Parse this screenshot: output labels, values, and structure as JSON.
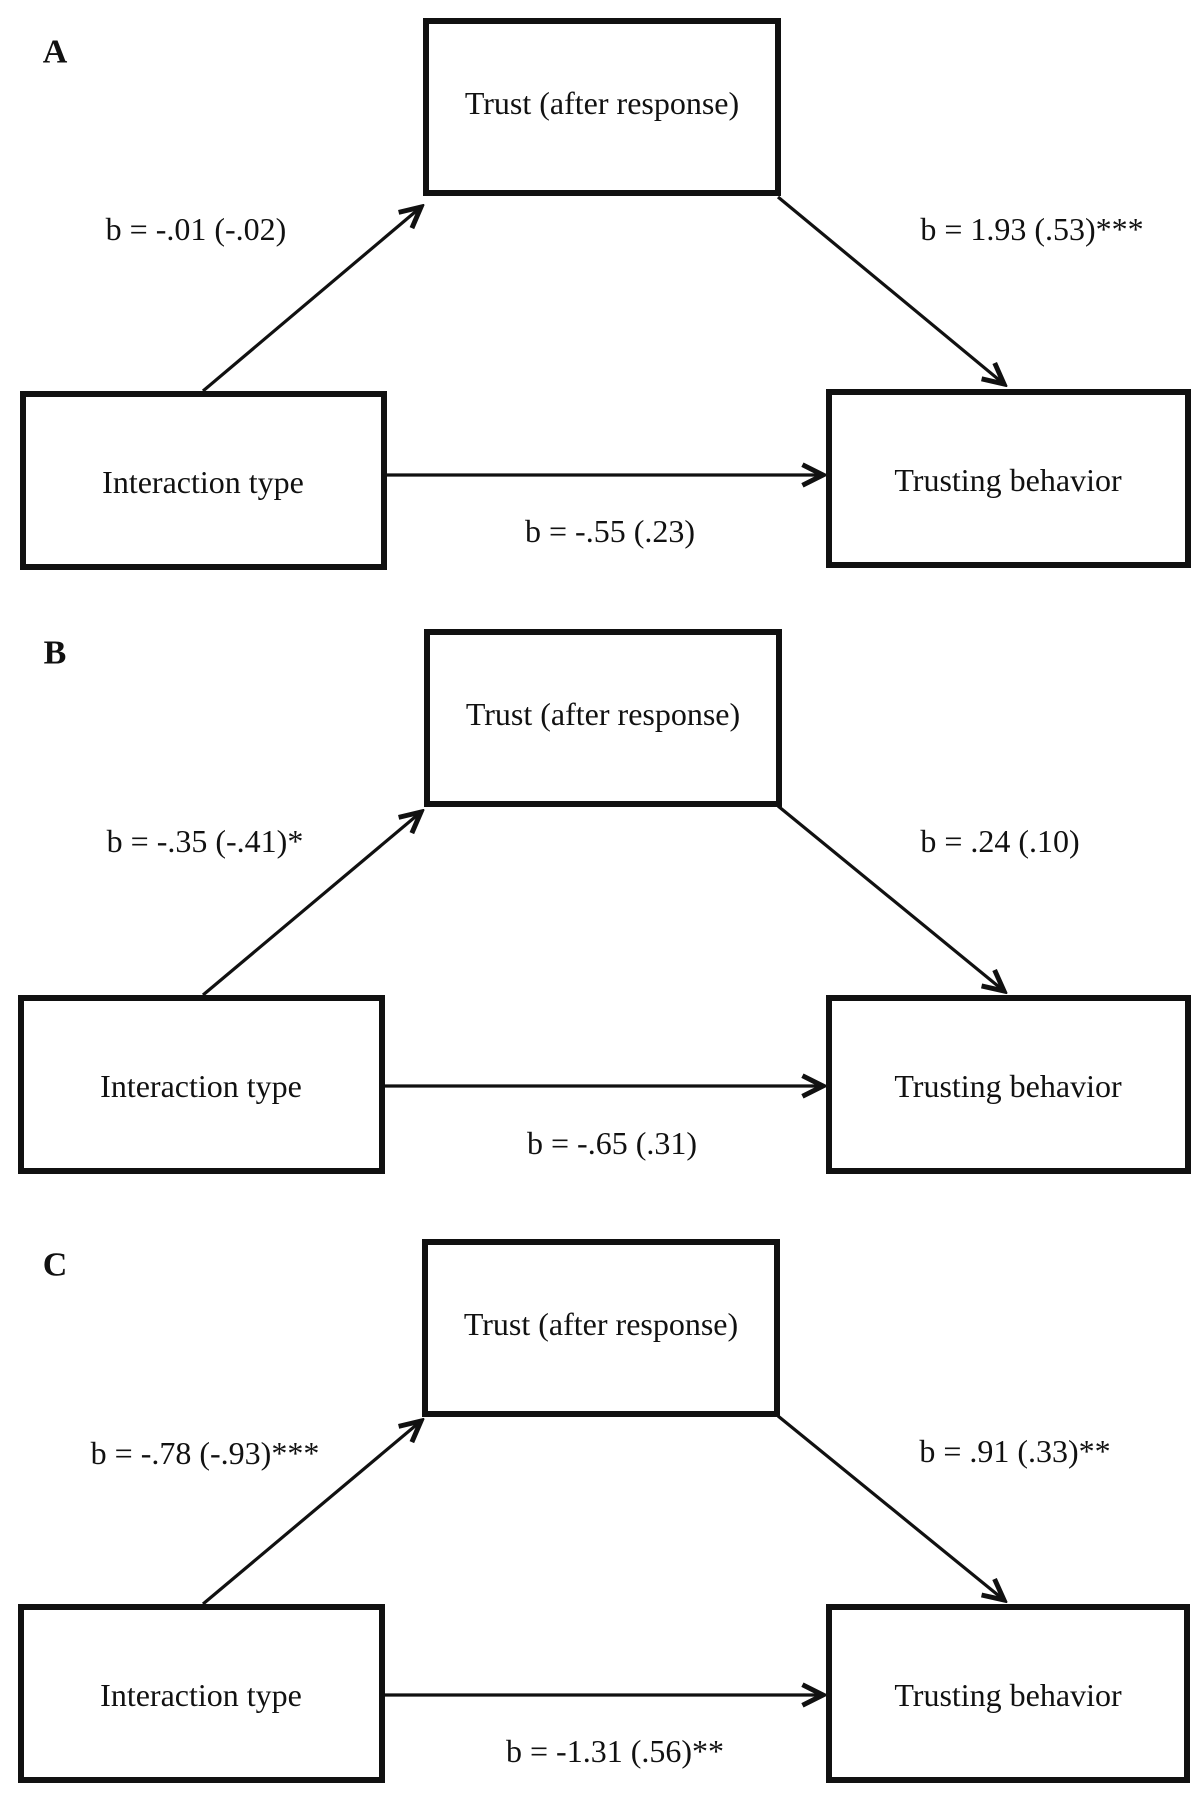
{
  "figure": {
    "colors": {
      "ink": "#111111",
      "background": "#ffffff"
    },
    "panels": [
      {
        "label": "A",
        "boxes": {
          "mediator": "Trust (after response)",
          "predictor": "Interaction type",
          "outcome": "Trusting behavior"
        },
        "paths": {
          "a": "b = -.01 (-.02)",
          "b": "b = 1.93 (.53)***",
          "c": "b = -.55 (.23)"
        }
      },
      {
        "label": "B",
        "boxes": {
          "mediator": "Trust (after response)",
          "predictor": "Interaction type",
          "outcome": "Trusting behavior"
        },
        "paths": {
          "a": "b = -.35 (-.41)*",
          "b": "b = .24 (.10)",
          "c": "b = -.65 (.31)"
        }
      },
      {
        "label": "C",
        "boxes": {
          "mediator": "Trust (after response)",
          "predictor": "Interaction type",
          "outcome": "Trusting behavior"
        },
        "paths": {
          "a": "b = -.78 (-.93)***",
          "b": "b = .91 (.33)**",
          "c": "b = -1.31 (.56)**"
        }
      }
    ]
  }
}
